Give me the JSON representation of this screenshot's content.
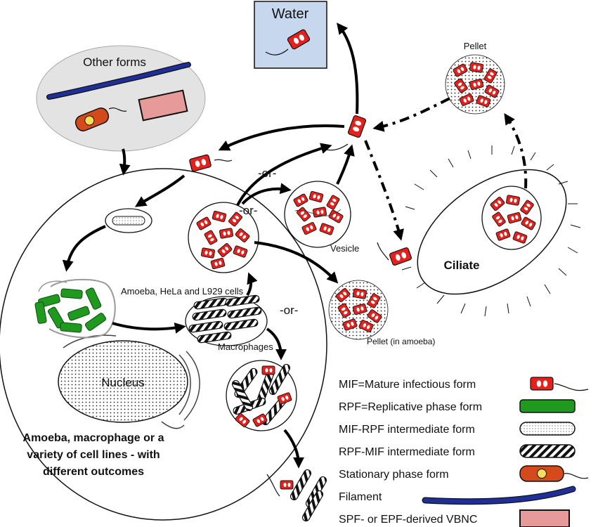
{
  "labels": {
    "water": "Water",
    "other_forms": "Other forms",
    "pellet_top": "Pellet",
    "or_1": "-or-",
    "or_2": "-or-",
    "or_3": "-or-",
    "vesicle": "Vesicle",
    "ciliate": "Ciliate",
    "amoeba_hela": "Amoeba, HeLa and L929 cells",
    "macrophages": "Macrophages",
    "pellet_amoeba": "Pellet (in amoeba)",
    "nucleus": "Nucleus",
    "host_line1": "Amoeba, macrophage or a",
    "host_line2": "variety of cell lines - with",
    "host_line3": "different outcomes"
  },
  "legend": [
    {
      "label": "MIF=Mature infectious form",
      "symbol": "mif"
    },
    {
      "label": "RPF=Replicative phase form",
      "symbol": "rpf"
    },
    {
      "label": "MIF-RPF intermediate form",
      "symbol": "mif-rpf"
    },
    {
      "label": "RPF-MIF intermediate form",
      "symbol": "rpf-mif"
    },
    {
      "label": "Stationary phase form",
      "symbol": "spf"
    },
    {
      "label": "Filament",
      "symbol": "filament"
    },
    {
      "label": "SPF- or EPF-derived VBNC",
      "symbol": "vbnc"
    }
  ],
  "colors": {
    "mif_red": "#e8201c",
    "rpf_green": "#1f9a1f",
    "spf_orange": "#d44a1a",
    "spf_yellow": "#f3e05a",
    "filament_blue": "#1f2f9a",
    "vbnc_pink": "#e79a9a",
    "water_box": "#c7d7ee",
    "other_forms_bg": "#e3e3e3"
  }
}
